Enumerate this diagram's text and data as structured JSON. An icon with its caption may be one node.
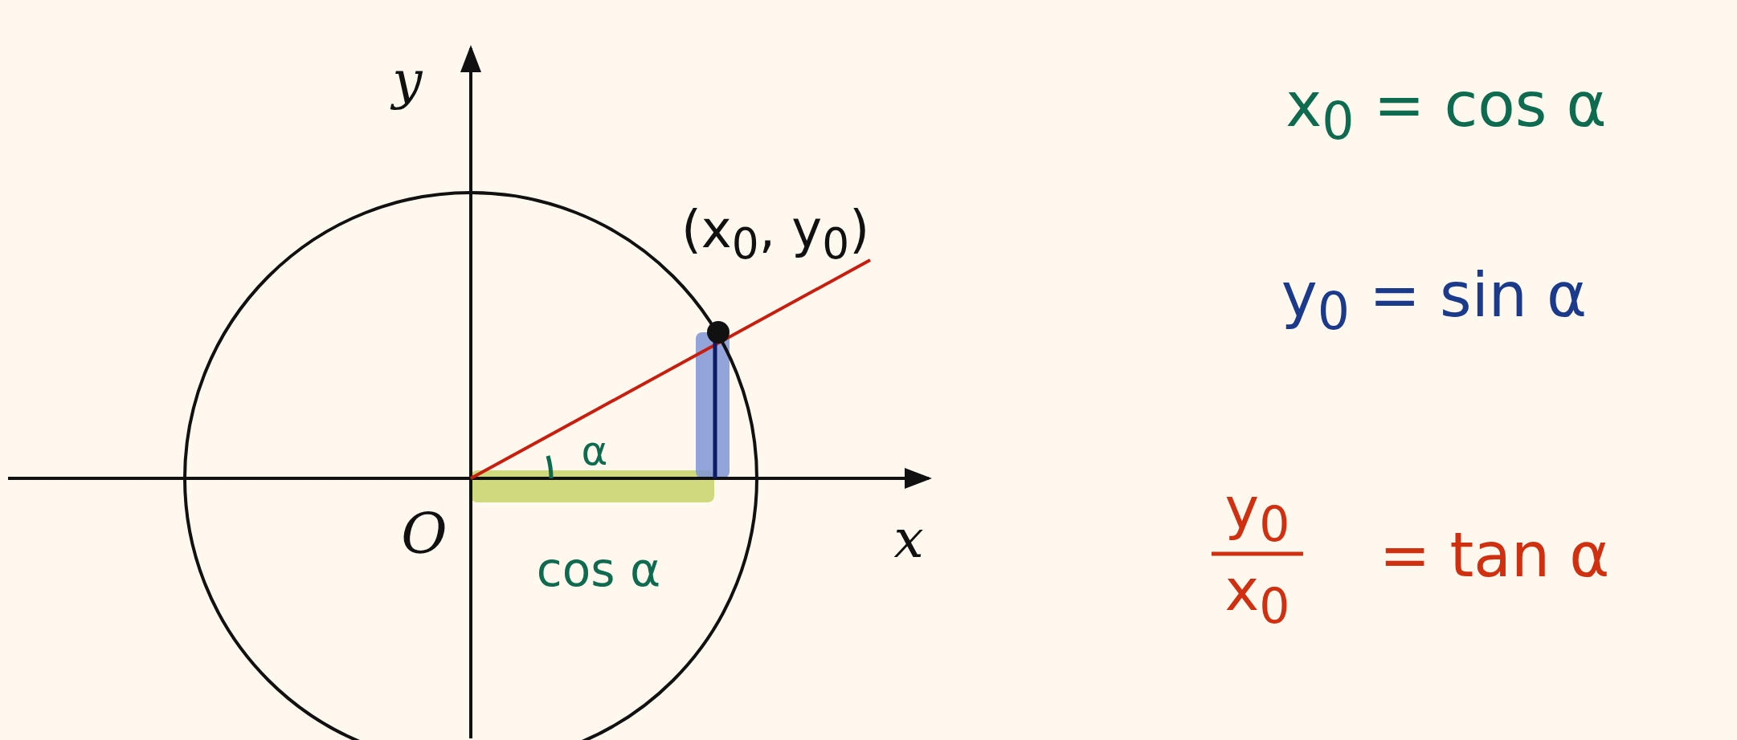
{
  "diagram": {
    "labels": [
      "y",
      "(x$_{0}$, y$_{0}$)",
      "α",
      "O",
      "x",
      "cos α",
      "x$_{0}$ = cos α",
      "y$_{0}$ = sin α",
      "y$_{0}$",
      "x$_{0}$",
      "= tan α"
    ]
  }
}
